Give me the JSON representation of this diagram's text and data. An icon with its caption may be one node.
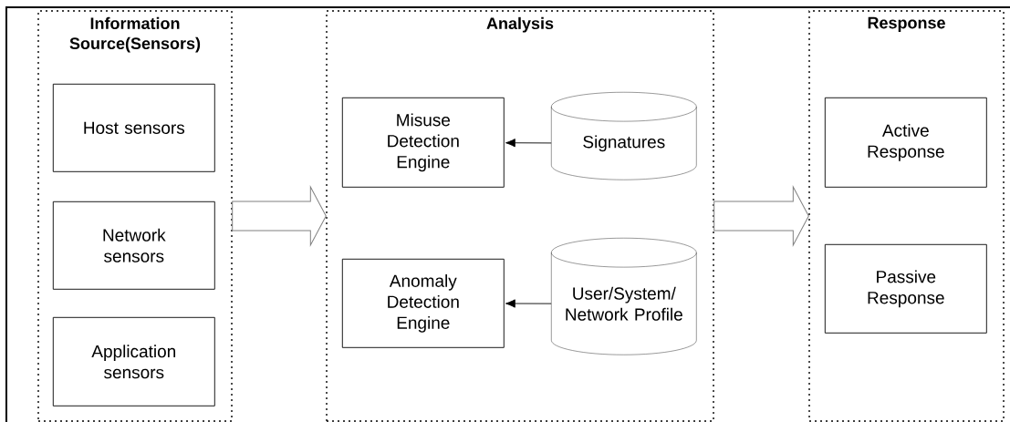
{
  "diagram": {
    "nodes": [
      {
        "text": [
          "Information Source(Sensors)"
        ]
      },
      {
        "text": [
          "Host sensors"
        ],
        "in": 0
      },
      {
        "text": [
          "Network sensors"
        ],
        "in": 0
      },
      {
        "text": [
          "Application sensors"
        ],
        "in": 0
      },
      {
        "text": [
          "Analysis"
        ]
      },
      {
        "text": [
          "Misuse Detection Engine"
        ],
        "in": 4
      },
      {
        "text": [
          "Signatures"
        ],
        "in": 4
      },
      {
        "text": [
          "Anomaly Detection Engine"
        ],
        "in": 4
      },
      {
        "text": [
          "User/System/ Network Profile"
        ],
        "in": 4
      },
      {
        "text": [
          "Response"
        ]
      },
      {
        "text": [
          "Active Response"
        ],
        "in": 9
      },
      {
        "text": [
          "Passive Response"
        ],
        "in": 9
      }
    ],
    "edges": [
      {
        "from": 0,
        "to": 4,
        "arrow": "to"
      },
      {
        "from": 6,
        "to": 5,
        "arrow": "to"
      },
      {
        "from": 8,
        "to": 7,
        "arrow": "to"
      },
      {
        "from": 4,
        "to": 9,
        "arrow": "to"
      }
    ]
  }
}
